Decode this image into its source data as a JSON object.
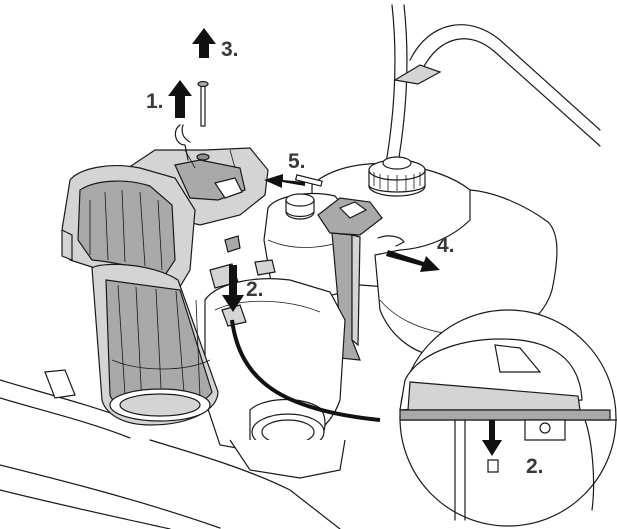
{
  "steps": {
    "step1": "1.",
    "step2": "2.",
    "step3": "3.",
    "step4": "4.",
    "step5": "5.",
    "step2_inset": "2."
  },
  "colors": {
    "arrow": "#111111",
    "label": "#3a3a3a",
    "light_gray": "#d4d4d4",
    "mid_gray": "#a9a9a9"
  },
  "icons": {
    "up_arrow": "arrow-up-icon",
    "down_arrow": "arrow-down-icon",
    "left_arrow": "arrow-left-icon",
    "right_arrow": "arrow-down-right-icon"
  }
}
